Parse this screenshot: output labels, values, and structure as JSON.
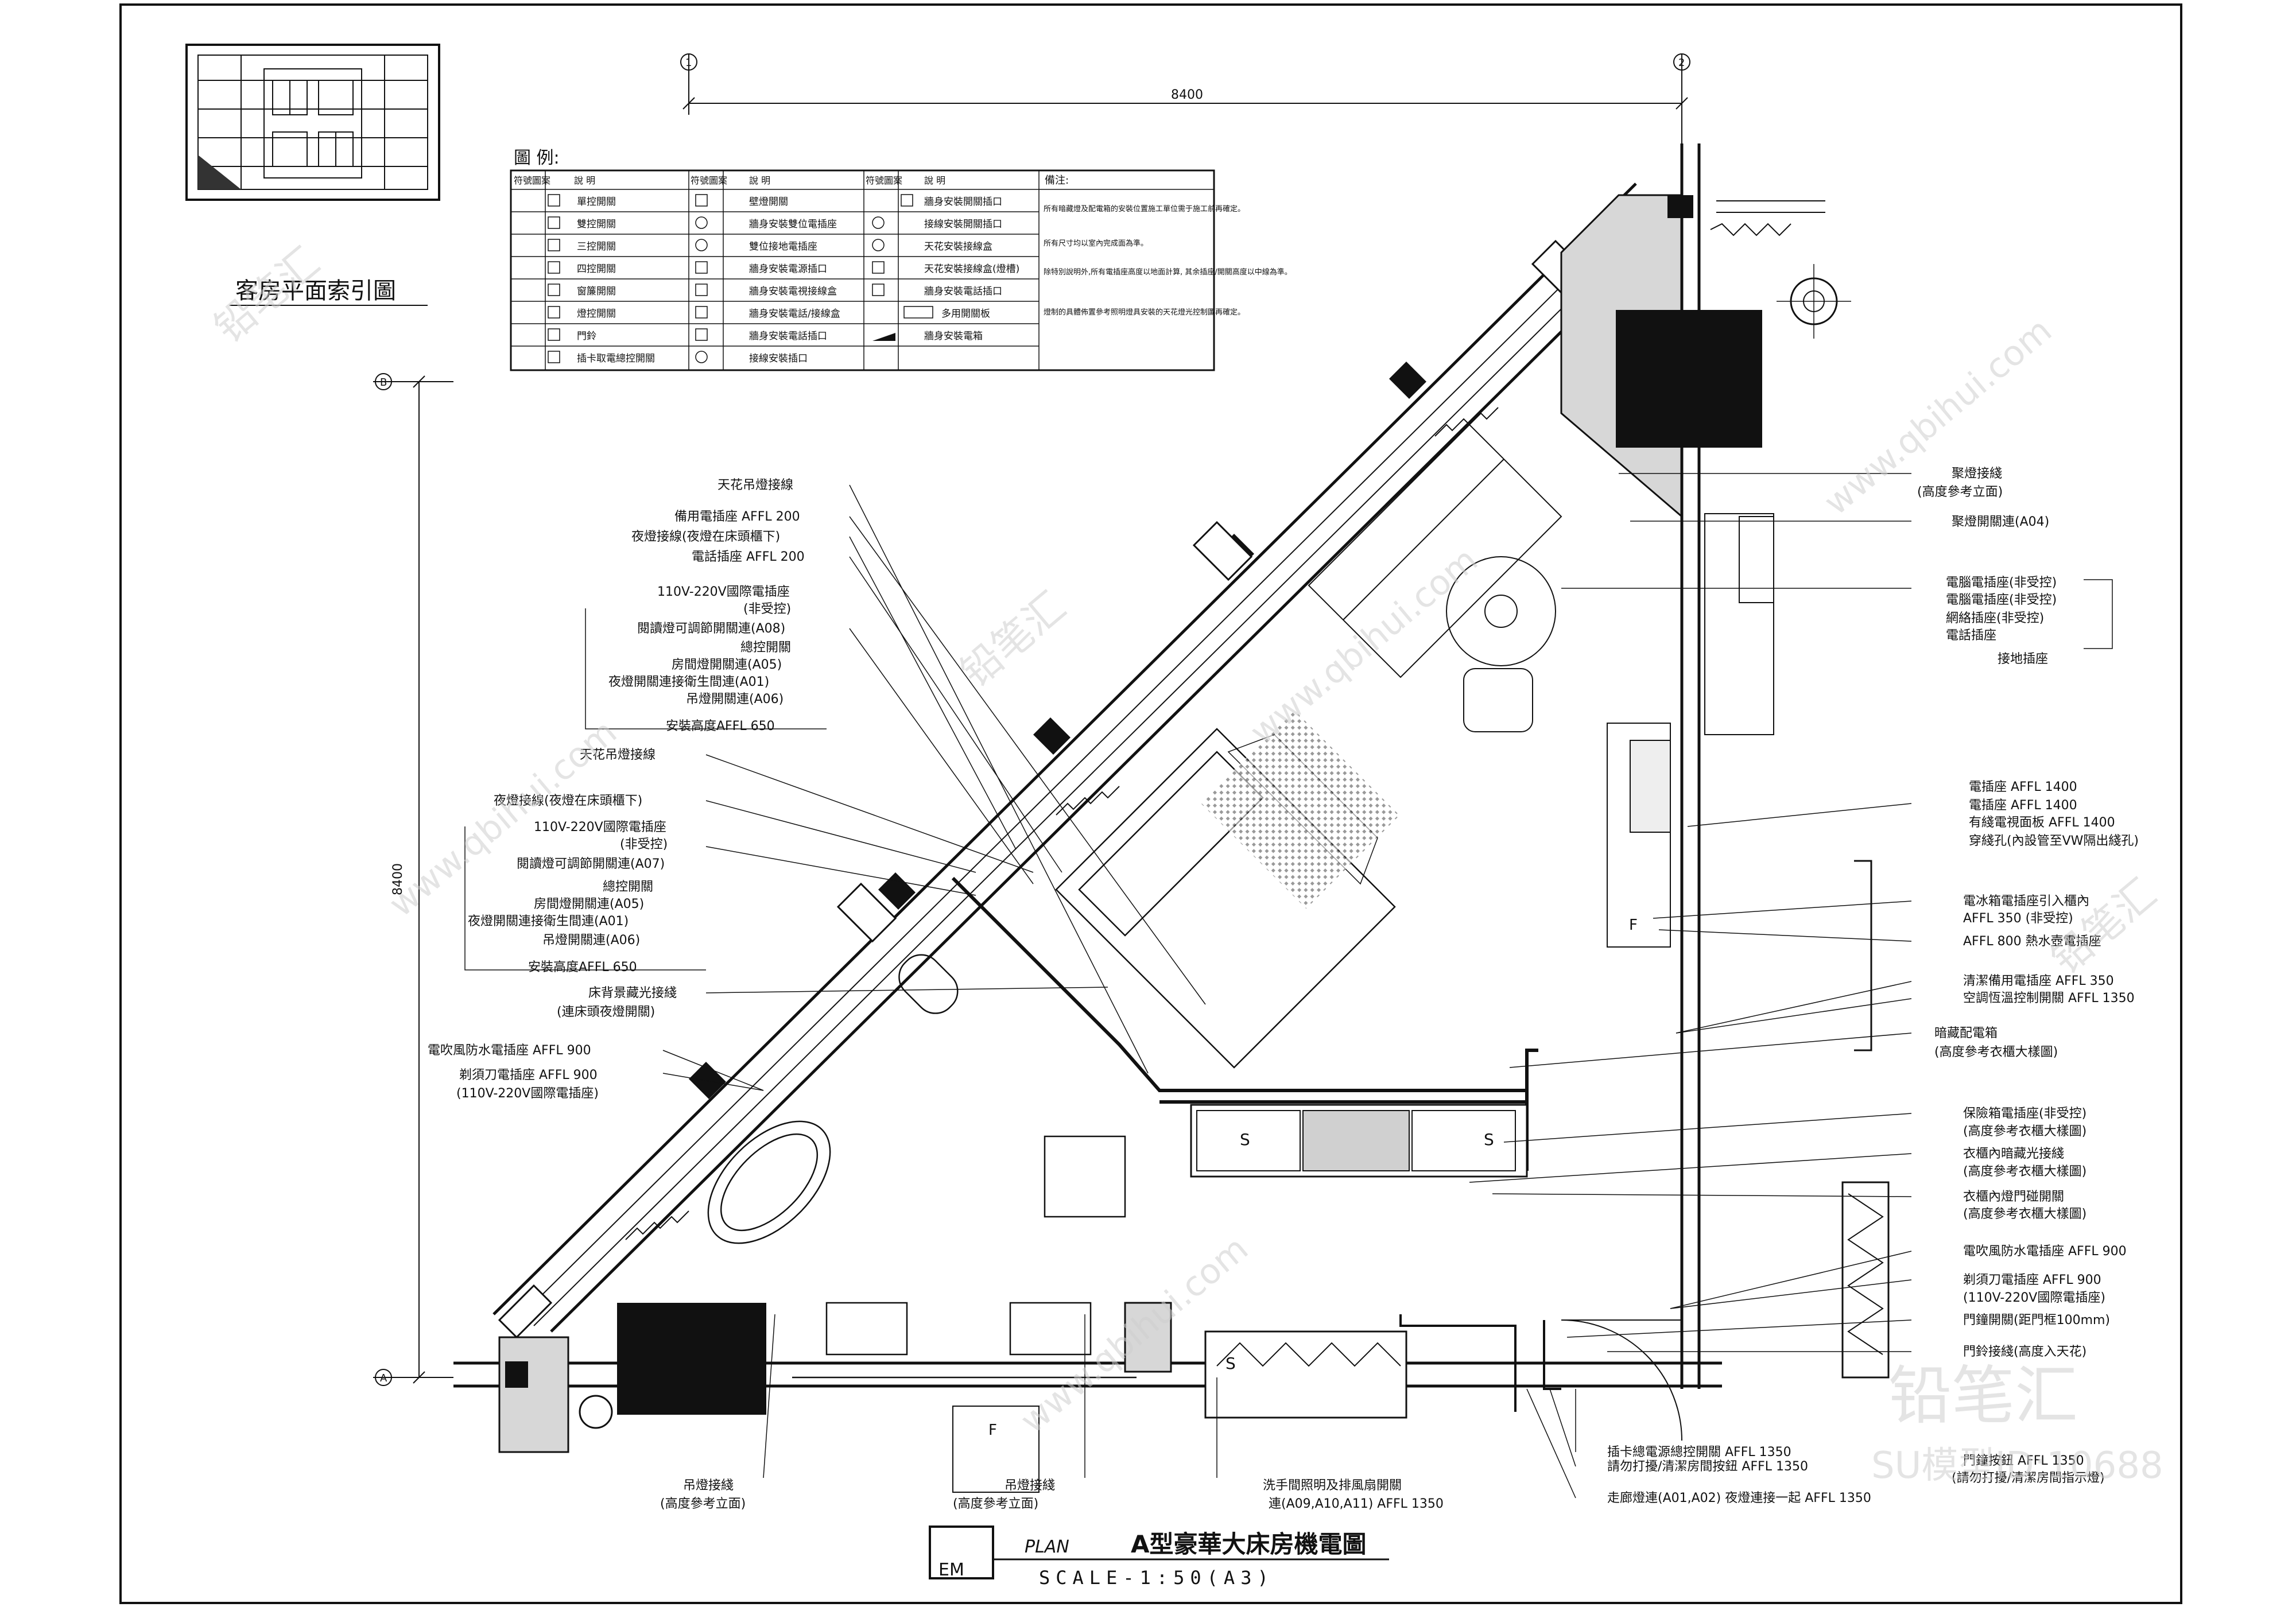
{
  "sheet": {
    "title": "A型豪華大床房機電圖",
    "plan_tag": "PLAN",
    "scale": "SCALE-1:50(A3)",
    "drawing_code": "EM",
    "watermark_brand": "铅笔汇",
    "watermark_site": "www.qbihui.com",
    "model_id": "SU模型ID:10688"
  },
  "key_plan": {
    "title": "客房平面索引圖"
  },
  "dimensions": {
    "top": "8400",
    "left": "8400",
    "grid_top_left": "1",
    "grid_top_right": "2",
    "grid_left_top": "B",
    "grid_left_bottom": "A"
  },
  "legend": {
    "title": "圖 例:",
    "col_headers": [
      "符號圖案",
      "說 明",
      "符號圖案",
      "說 明",
      "符號圖案",
      "說 明",
      "備注:"
    ],
    "col1": [
      "單控開關",
      "雙控開關",
      "三控開關",
      "四控開關",
      "窗簾開關",
      "燈控開關",
      "門鈴",
      "插卡取電總控開關"
    ],
    "col2": [
      "壁燈開關",
      "牆身安裝雙位電插座",
      "雙位接地電插座",
      "牆身安裝電源插口",
      "牆身安裝電視接線盒",
      "牆身安裝電話/接線盒",
      "牆身安裝電話插口",
      "接線安裝插口"
    ],
    "col3": [
      "牆身安裝開關插口",
      "接線安裝開關插口",
      "天花安裝接線盒",
      "天花安裝接線盒(燈槽)",
      "牆身安裝電話插口",
      "多用開關板",
      "牆身安裝電箱"
    ],
    "notes": [
      "所有暗藏燈及配電箱的安裝位置施工單位需于施工前再確定。",
      "所有尺寸均以室內完成面為準。",
      "除特別說明外,所有電插座高度以地面計算, 其余插座/開關高度以中線為準。",
      "燈制的具體佈置參考照明燈具安裝的天花燈光控制圖再確定。"
    ]
  },
  "labels_left": [
    "天花吊燈接線",
    "備用電插座 AFFL 200",
    "夜燈接線(夜燈在床頭櫃下)",
    "電話插座 AFFL 200",
    "110V-220V國際電插座",
    "(非受控)",
    "閱讀燈可調節開關連(A08)",
    "總控開關",
    "房間燈開關連(A05)",
    "夜燈開關連接衛生間連(A01)",
    "吊燈開關連(A06)",
    "安裝高度AFFL 650",
    "天花吊燈接線",
    "夜燈接線(夜燈在床頭櫃下)",
    "110V-220V國際電插座",
    "(非受控)",
    "閱讀燈可調節開關連(A07)",
    "總控開關",
    "房間燈開關連(A05)",
    "夜燈開關連接衛生間連(A01)",
    "吊燈開關連(A06)",
    "安裝高度AFFL 650",
    "床背景藏光接綫",
    "(連床頭夜燈開關)",
    "電吹風防水電插座 AFFL 900",
    "剃須刀電插座 AFFL 900",
    "(110V-220V國際電插座)"
  ],
  "labels_right": [
    "聚燈接綫",
    "(高度參考立面)",
    "聚燈開關連(A04)",
    "電腦電插座(非受控)",
    "電腦電插座(非受控)",
    "網絡插座(非受控)",
    "電話插座",
    "接地插座",
    "電插座 AFFL 1400",
    "電插座 AFFL 1400",
    "有綫電視面板 AFFL 1400",
    "穿綫孔(內設管至VW隔出綫孔)",
    "電冰箱電插座引入櫃內",
    "AFFL 350 (非受控)",
    "AFFL 800 熱水壺電插座",
    "清潔備用電插座 AFFL 350",
    "空調恆溫控制開關 AFFL 1350",
    "暗藏配電箱",
    "(高度參考衣櫃大樣圖)",
    "保險箱電插座(非受控)",
    "(高度參考衣櫃大樣圖)",
    "衣櫃內暗藏光接綫",
    "(高度參考衣櫃大樣圖)",
    "衣櫃內燈門碰開關",
    "(高度參考衣櫃大樣圖)",
    "電吹風防水電插座 AFFL 900",
    "剃須刀電插座 AFFL 900",
    "(110V-220V國際電插座)",
    "門鐘開關(距門框100mm)",
    "門鈴接綫(高度入天花)",
    "門鐘按鈕 AFFL 1350",
    "(請勿打擾/清潔房間指示燈)"
  ],
  "labels_bottom": [
    "吊燈接綫",
    "(高度參考立面)",
    "吊燈接綫",
    "(高度參考立面)",
    "洗手間照明及排風扇開關",
    "連(A09,A10,A11) AFFL 1350",
    "插卡總電源總控開關 AFFL 1350",
    "請勿打擾/清潔房間按鈕 AFFL 1350",
    "走廊燈連(A01,A02) 夜燈連接一起 AFFL 1350"
  ]
}
